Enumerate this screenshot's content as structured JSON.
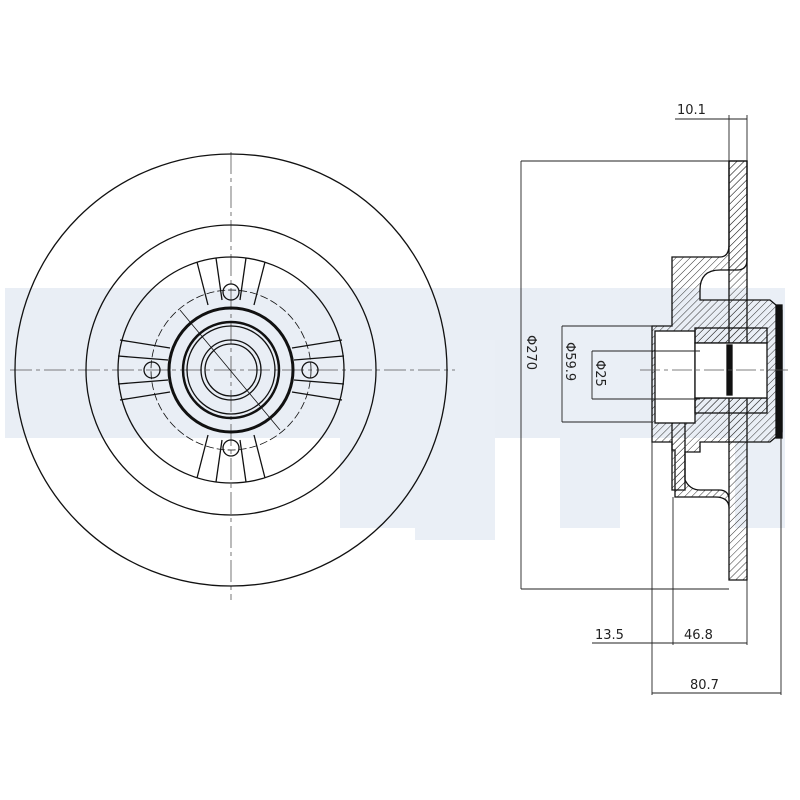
{
  "watermark": {
    "brand": "Delphi",
    "color": "#e9eef5"
  },
  "drawing": {
    "stroke_color": "#111111",
    "front_view": {
      "label": "brake-disc-front-view",
      "bolt_holes": 4
    },
    "section_view": {
      "label": "brake-disc-section-view-with-bearing"
    }
  },
  "dimensions": {
    "disc_thickness": "10.1",
    "outer_diameter": "Φ270",
    "center_bore_diameter": "Φ59.9",
    "inner_bore_diameter": "Φ25",
    "offset_left": "13.5",
    "hub_depth": "46.8",
    "overall_height": "80.7"
  }
}
